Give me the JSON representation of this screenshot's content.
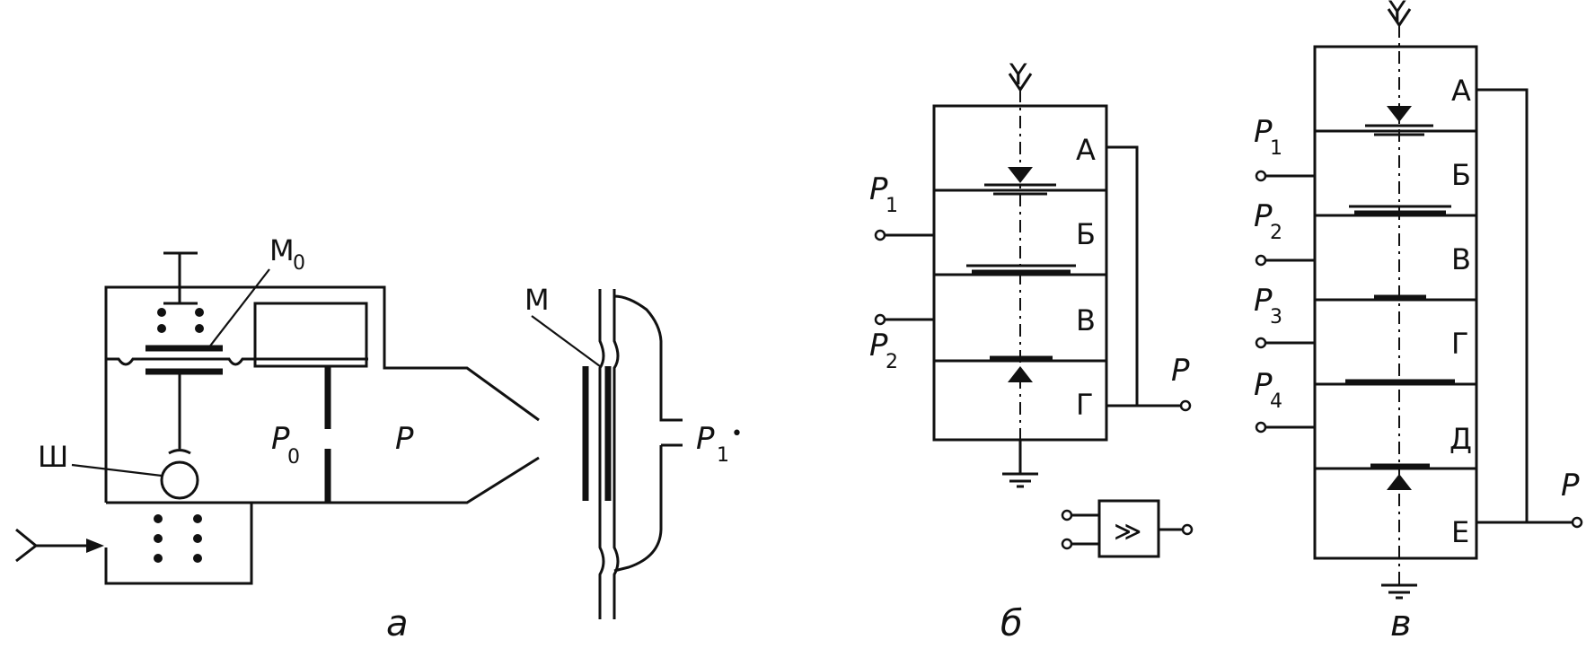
{
  "figure_a": {
    "label_m0": "М",
    "label_m0_sub": "0",
    "label_sh": "Ш",
    "label_p0": "P",
    "label_p0_sub": "0",
    "label_p": "P",
    "label_m": "М",
    "label_p1": "P",
    "label_p1_sub": "1",
    "label_p1_mark": "•",
    "caption": "а"
  },
  "figure_b": {
    "supply": "Y",
    "chambers": [
      "А",
      "Б",
      "В",
      "Г"
    ],
    "input1": "P",
    "input1_sub": "1",
    "input2": "P",
    "input2_sub": "2",
    "output": "P",
    "symbol": "≫",
    "caption": "б"
  },
  "figure_v": {
    "supply": "Y",
    "chambers": [
      "А",
      "Б",
      "В",
      "Г",
      "Д",
      "Е"
    ],
    "inputs": [
      {
        "name": "P",
        "sub": "1"
      },
      {
        "name": "P",
        "sub": "2"
      },
      {
        "name": "P",
        "sub": "3"
      },
      {
        "name": "P",
        "sub": "4"
      }
    ],
    "output": "P",
    "caption": "в"
  }
}
